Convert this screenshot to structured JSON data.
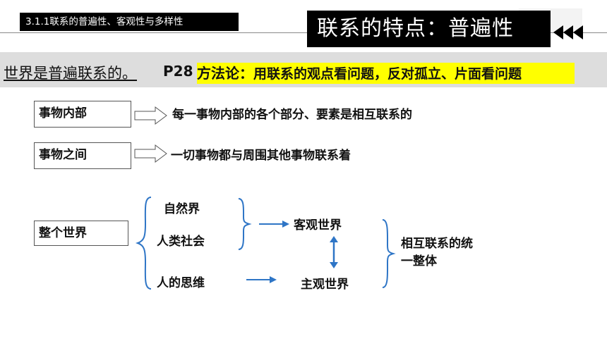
{
  "header": {
    "section_chip": "3.1.1联系的普遍性、客观性与多样性",
    "title": "联系的特点：普遍性"
  },
  "banner": {
    "statement": "世界是普遍联系的。",
    "page_ref": "P28",
    "method_label": "方法论：",
    "method_text": "用联系的观点看问题，反对孤立、片面看问题"
  },
  "rows": [
    {
      "label": "事物内部",
      "text": "每一事物内部的各个部分、要素是相互联系的"
    },
    {
      "label": "事物之间",
      "text": "一切事物都与周围其他事物联系着"
    }
  ],
  "world": {
    "label": "整个世界",
    "items": [
      "自然界",
      "人类社会",
      "人的思维"
    ],
    "objective": "客观世界",
    "subjective": "主观世界",
    "conclusion_line1": "相互联系的统",
    "conclusion_line2": "一整体"
  },
  "colors": {
    "arrow_blue": "#2e75c6",
    "highlight": "#ffff00",
    "banner_bg": "#dddddd"
  }
}
